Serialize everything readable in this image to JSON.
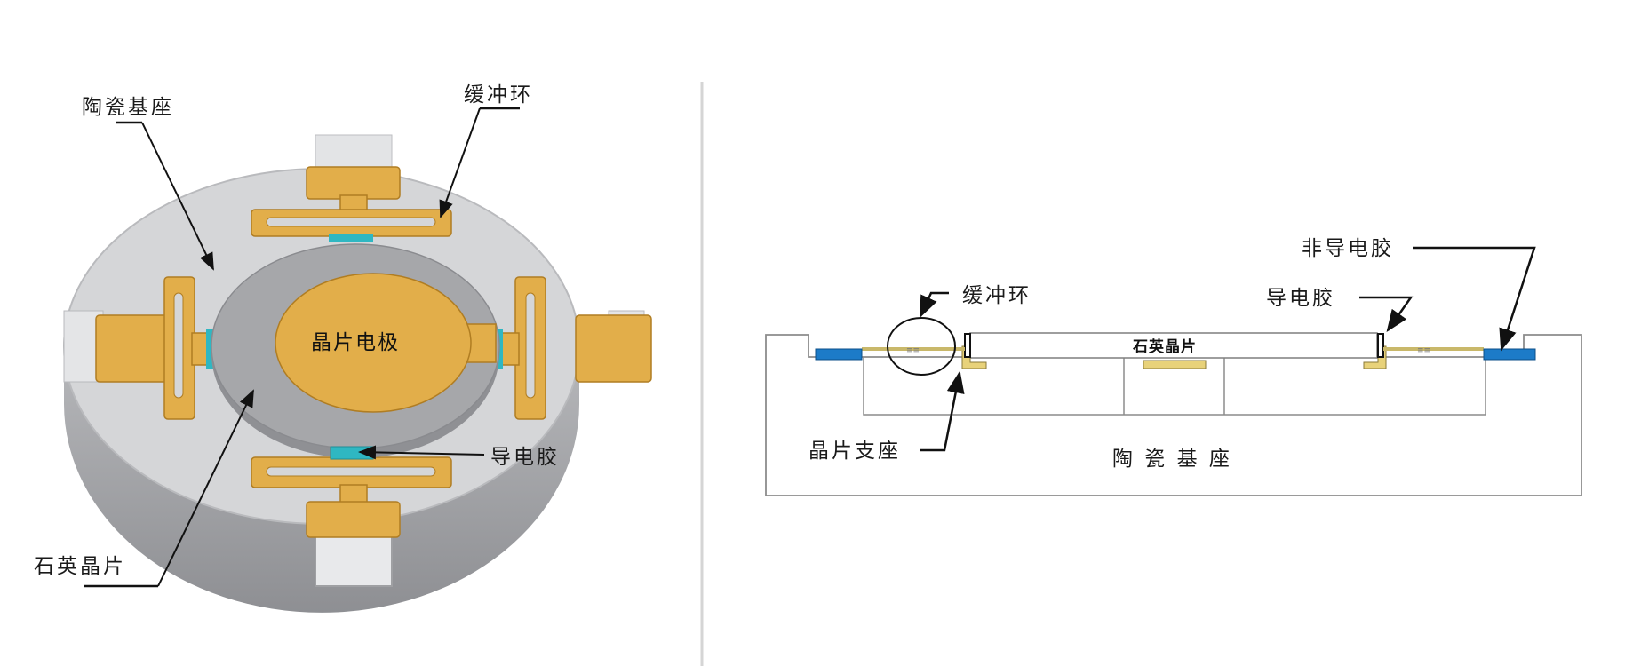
{
  "left_diagram": {
    "labels": {
      "ceramic_base": "陶瓷基座",
      "buffer_ring": "缓冲环",
      "conductive_glue": "导电胶",
      "quartz_wafer": "石英晶片",
      "wafer_electrode": "晶片电极"
    }
  },
  "right_diagram": {
    "labels": {
      "nonconductive_glue": "非导电胶",
      "conductive_glue": "导电胶",
      "buffer_ring": "缓冲环",
      "quartz_wafer": "石英晶片",
      "wafer_support": "晶片支座",
      "ceramic_base": "陶 瓷 基 座"
    }
  },
  "colors": {
    "gold": "#E2AE4A",
    "gold_edge": "#B07D22",
    "ceramic_light": "#D5D6D8",
    "ceramic_dark": "#A9AAAD",
    "wafer_gray": "#A6A7AA",
    "cyan_glue": "#2FB7C2",
    "blue_glue": "#1C7BC8"
  }
}
